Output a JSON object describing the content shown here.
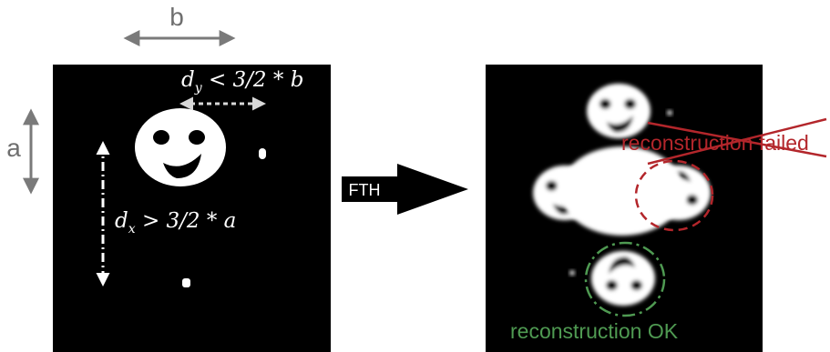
{
  "dimension_labels": {
    "width": "b",
    "height": "a"
  },
  "equations": {
    "dy": {
      "var": "d",
      "sub": "y",
      "rel": " < 3/2 * b"
    },
    "dx": {
      "var": "d",
      "sub": "x",
      "rel": " > 3/2 * a"
    }
  },
  "process_arrow": {
    "label": "FTH"
  },
  "annotations": {
    "failed": "reconstruction failed",
    "ok": "reconstruction OK"
  },
  "colors": {
    "background": "#ffffff",
    "panel": "#000000",
    "object": "#ffffff",
    "dimension_arrow": "#7a7a7a",
    "failed": "#b3262b",
    "ok": "#4f9a52"
  },
  "icons": {
    "smiley": "smiley-face-icon",
    "reference_hole": "reference-hole-icon"
  }
}
